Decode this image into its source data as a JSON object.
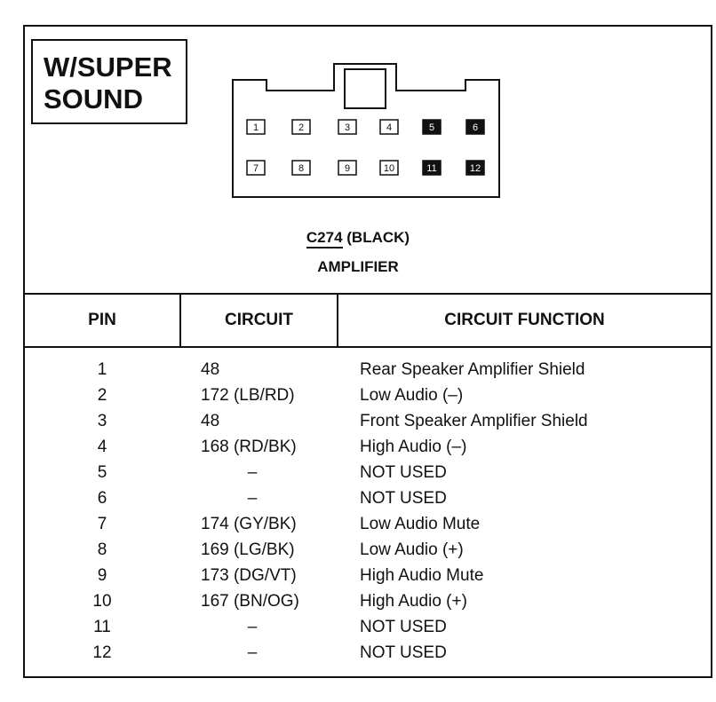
{
  "badge": {
    "line1": "W/SUPER",
    "line2": "SOUND"
  },
  "connector": {
    "id": "C274",
    "color_label": " (BLACK)",
    "component": "AMPLIFIER",
    "top_row": [
      {
        "pin": "1",
        "used": true
      },
      {
        "pin": "2",
        "used": true
      },
      {
        "pin": "3",
        "used": true
      },
      {
        "pin": "4",
        "used": true
      },
      {
        "pin": "5",
        "used": false
      },
      {
        "pin": "6",
        "used": false
      }
    ],
    "bottom_row": [
      {
        "pin": "7",
        "used": true
      },
      {
        "pin": "8",
        "used": true
      },
      {
        "pin": "9",
        "used": true
      },
      {
        "pin": "10",
        "used": true
      },
      {
        "pin": "11",
        "used": false
      },
      {
        "pin": "12",
        "used": false
      }
    ]
  },
  "table": {
    "headers": {
      "pin": "PIN",
      "circuit": "CIRCUIT",
      "function": "CIRCUIT FUNCTION"
    },
    "rows": [
      {
        "pin": "1",
        "circuit": "48",
        "function": "Rear Speaker Amplifier Shield"
      },
      {
        "pin": "2",
        "circuit": "172 (LB/RD)",
        "function": "Low Audio (–)"
      },
      {
        "pin": "3",
        "circuit": "48",
        "function": "Front Speaker Amplifier Shield"
      },
      {
        "pin": "4",
        "circuit": "168 (RD/BK)",
        "function": "High Audio (–)"
      },
      {
        "pin": "5",
        "circuit": "–",
        "function": "NOT USED"
      },
      {
        "pin": "6",
        "circuit": "–",
        "function": "NOT USED"
      },
      {
        "pin": "7",
        "circuit": "174 (GY/BK)",
        "function": "Low Audio Mute"
      },
      {
        "pin": "8",
        "circuit": "169 (LG/BK)",
        "function": "Low Audio (+)"
      },
      {
        "pin": "9",
        "circuit": "173 (DG/VT)",
        "function": "High Audio Mute"
      },
      {
        "pin": "10",
        "circuit": "167 (BN/OG)",
        "function": "High Audio (+)"
      },
      {
        "pin": "11",
        "circuit": "–",
        "function": "NOT USED"
      },
      {
        "pin": "12",
        "circuit": "–",
        "function": "NOT USED"
      }
    ]
  }
}
